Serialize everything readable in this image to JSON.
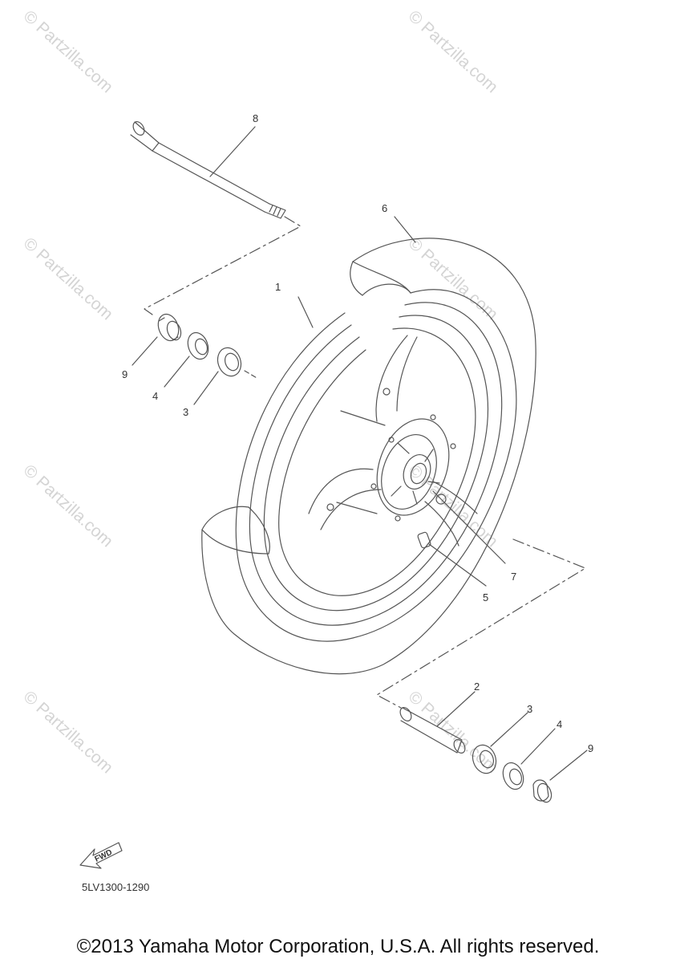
{
  "diagram": {
    "part_labels": [
      {
        "id": "p8",
        "text": "8"
      },
      {
        "id": "p6",
        "text": "6"
      },
      {
        "id": "p1",
        "text": "1"
      },
      {
        "id": "p9a",
        "text": "9"
      },
      {
        "id": "p4a",
        "text": "4"
      },
      {
        "id": "p3a",
        "text": "3"
      },
      {
        "id": "p7",
        "text": "7"
      },
      {
        "id": "p5",
        "text": "5"
      },
      {
        "id": "p2",
        "text": "2"
      },
      {
        "id": "p3b",
        "text": "3"
      },
      {
        "id": "p4b",
        "text": "4"
      },
      {
        "id": "p9b",
        "text": "9"
      }
    ],
    "fwd_label": "FWD",
    "drawing_code": "5LV1300-1290",
    "watermark": "© Partzilla.com"
  },
  "footer": {
    "copyright": "©2013 Yamaha Motor Corporation, U.S.A. All rights reserved."
  },
  "colors": {
    "line": "#555555",
    "watermark": "#d4d4d4"
  }
}
